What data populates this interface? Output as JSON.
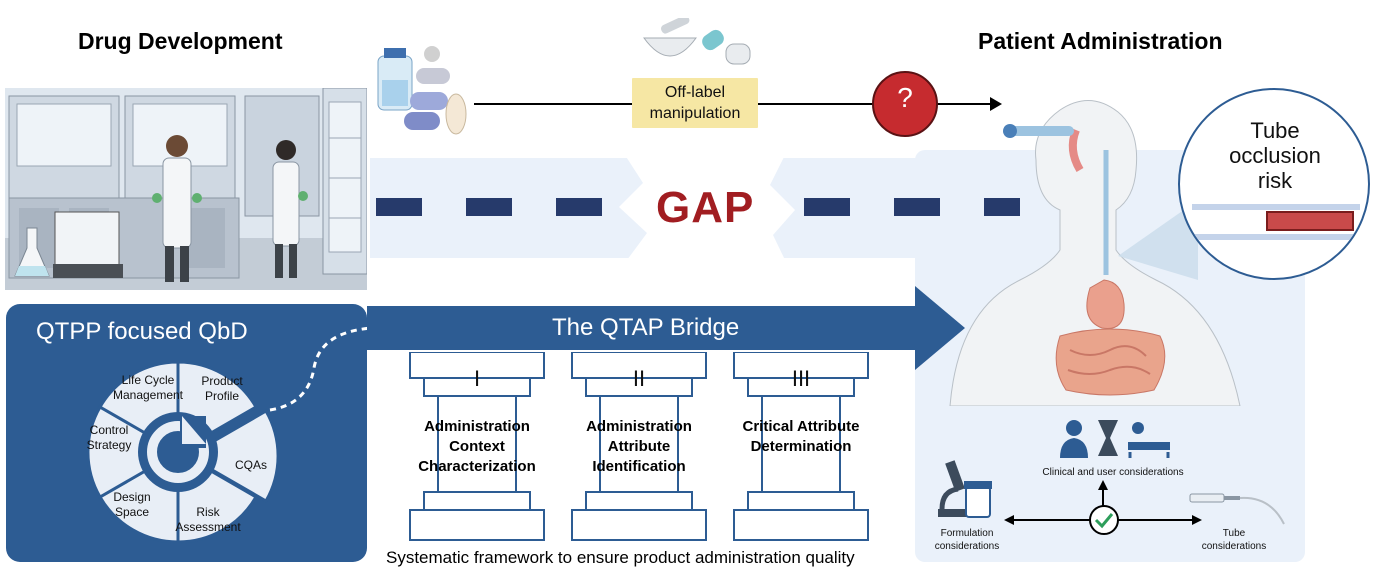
{
  "headings": {
    "drug_development": "Drug Development",
    "patient_administration": "Patient Administration"
  },
  "flow": {
    "off_label": "Off-label manipulation",
    "question_mark": "?"
  },
  "gap_label": "GAP",
  "qbd": {
    "title": "QTPP focused QbD",
    "wheel_segments": [
      "Life Cycle Management",
      "Product Profile",
      "CQAs",
      "Risk Assessment",
      "Design Space",
      "Control Strategy"
    ]
  },
  "bridge": {
    "title": "The QTAP Bridge",
    "pillars": [
      {
        "numeral": "I",
        "text": "Administration Context Characterization"
      },
      {
        "numeral": "II",
        "text": "Administration Attribute Identification"
      },
      {
        "numeral": "III",
        "text": "Critical Attribute Determination"
      }
    ],
    "caption": "Systematic framework to ensure product administration quality"
  },
  "tube_callout": "Tube occlusion risk",
  "considerations": {
    "clinical": "Clinical and user considerations",
    "formulation": "Formulation considerations",
    "tube": "Tube considerations"
  },
  "colors": {
    "navy": "#2d5c93",
    "gap_red": "#a11d21",
    "dash": "#263a6b",
    "highlight": "#f6e7a4",
    "light_blue": "#e8f0f9"
  }
}
